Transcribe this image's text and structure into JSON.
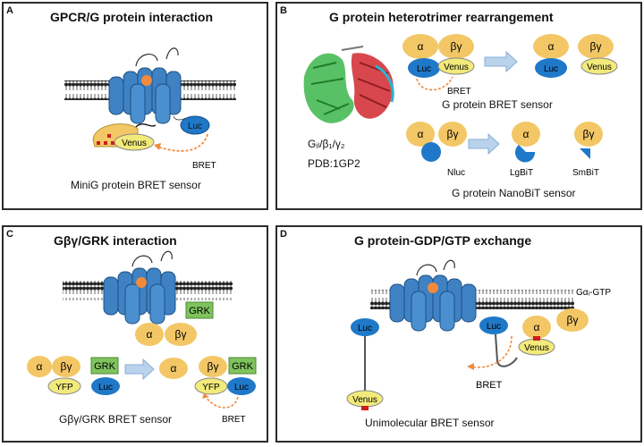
{
  "panels": {
    "a": {
      "letter": "A",
      "title": "GPCR/G protein interaction",
      "labels": {
        "luc": "Luc",
        "venus": "Venus",
        "bret": "BRET"
      },
      "caption": "MiniG protein BRET sensor"
    },
    "b": {
      "letter": "B",
      "title": "G protein heterotrimer rearrangement",
      "structure_caption_1": "Gᵢₗ/β₁/γ₂",
      "structure_caption_2": "PDB:1GP2",
      "labels": {
        "alpha": "α",
        "betagamma": "βγ",
        "luc": "Luc",
        "venus": "Venus",
        "bret": "BRET",
        "nluc": "Nluc",
        "lgbit": "LgBiT",
        "smbit": "SmBiT"
      },
      "sensor1_caption": "G protein BRET sensor",
      "sensor2_caption": "G protein NanoBiT  sensor"
    },
    "c": {
      "letter": "C",
      "title": "Gβγ/GRK interaction",
      "labels": {
        "grk": "GRK",
        "alpha": "α",
        "betagamma": "βγ",
        "yfp": "YFP",
        "luc": "Luc",
        "bret": "BRET"
      },
      "caption": "Gβγ/GRK  BRET sensor"
    },
    "d": {
      "letter": "D",
      "title": "G protein-GDP/GTP exchange",
      "labels": {
        "gtp": "Gαᵢ-GTP",
        "luc": "Luc",
        "venus": "Venus",
        "alpha": "α",
        "betagamma": "βγ",
        "bret": "BRET"
      },
      "caption": "Unimolecular BRET sensor"
    }
  },
  "colors": {
    "receptor": "#3f82c4",
    "luc": "#1f78c8",
    "venus": "#f2ea7a",
    "g_subunit": "#f3c766",
    "grk": "#7fc35e",
    "ligand": "#f08a3c",
    "bret_arrow": "#f08a3c",
    "red_marker": "#d11b1b"
  }
}
